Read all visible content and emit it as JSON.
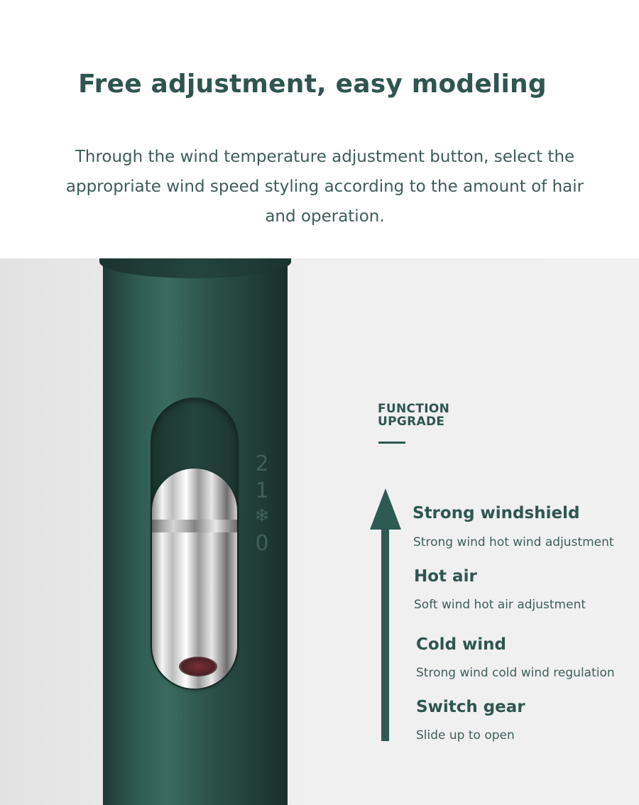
{
  "header": {
    "title": "Free adjustment, easy modeling",
    "description": "Through the wind temperature adjustment button, select the appropriate wind speed styling according to the amount of hair and operation."
  },
  "device": {
    "scale_labels": [
      "2",
      "1",
      "❄",
      "0"
    ]
  },
  "panel": {
    "function_upgrade_line1": "FUNCTION",
    "function_upgrade_line2": "UPGRADE",
    "items": [
      {
        "title": "Strong windshield",
        "subtitle": "Strong wind hot wind adjustment"
      },
      {
        "title": "Hot air",
        "subtitle": "Soft wind hot air adjustment"
      },
      {
        "title": "Cold wind",
        "subtitle": "Strong wind cold wind regulation"
      },
      {
        "title": "Switch gear",
        "subtitle": "Slide up to open"
      }
    ]
  },
  "colors": {
    "accent": "#2e5650",
    "device_green": "#2b5048"
  }
}
